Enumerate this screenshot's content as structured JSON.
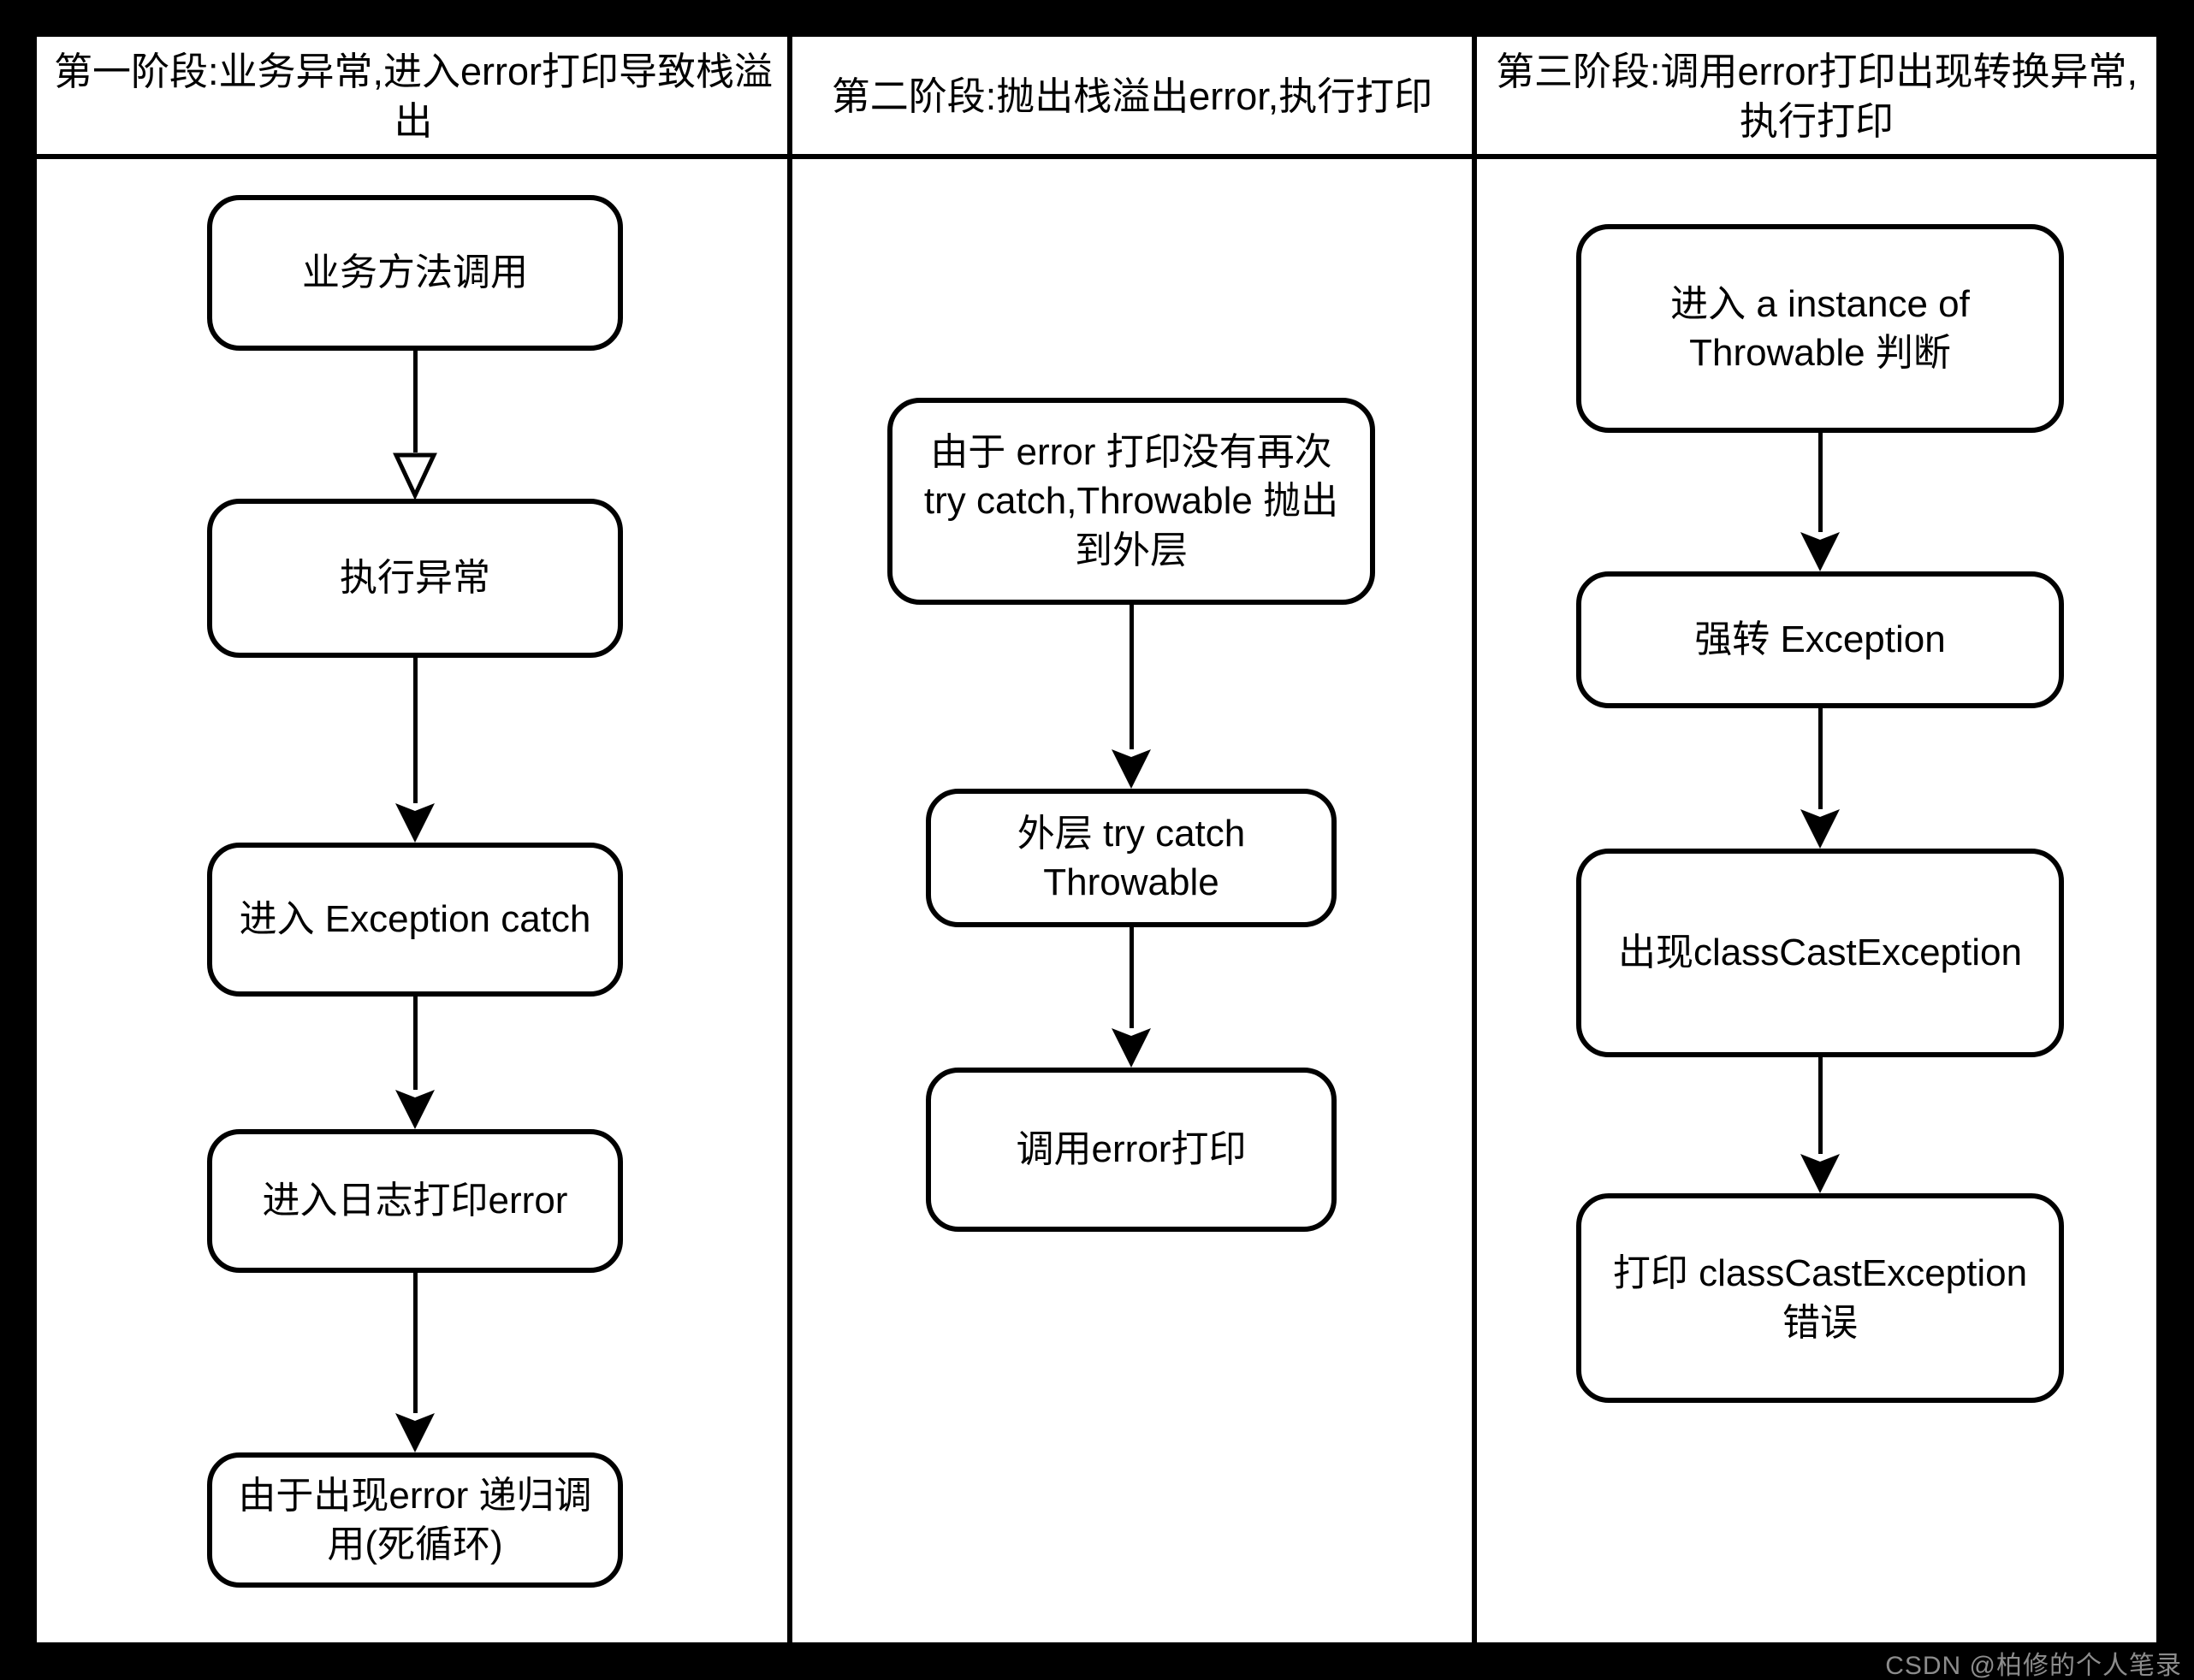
{
  "page": {
    "background_color": "#000000",
    "panel_color": "#ffffff",
    "line_color": "#000000",
    "watermark": "CSDN @柏修的个人笔录",
    "watermark_color": "#8c8c8c"
  },
  "columns": [
    {
      "header": "第一阶段:业务异常,进入error打印导致栈溢出",
      "nodes": [
        "业务方法调用",
        "执行异常",
        "进入 Exception catch",
        "进入日志打印error",
        "由于出现error 递归调用(死循环)"
      ]
    },
    {
      "header": "第二阶段:抛出栈溢出error,执行打印",
      "nodes": [
        "由于 error 打印没有再次 try catch,Throwable 抛出到外层",
        "外层 try catch Throwable",
        "调用error打印"
      ]
    },
    {
      "header": "第三阶段:调用error打印出现转换异常,执行打印",
      "nodes": [
        "进入 a instance of Throwable 判断",
        "强转 Exception",
        "出现classCastException",
        "打印 classCastException 错误"
      ]
    }
  ]
}
